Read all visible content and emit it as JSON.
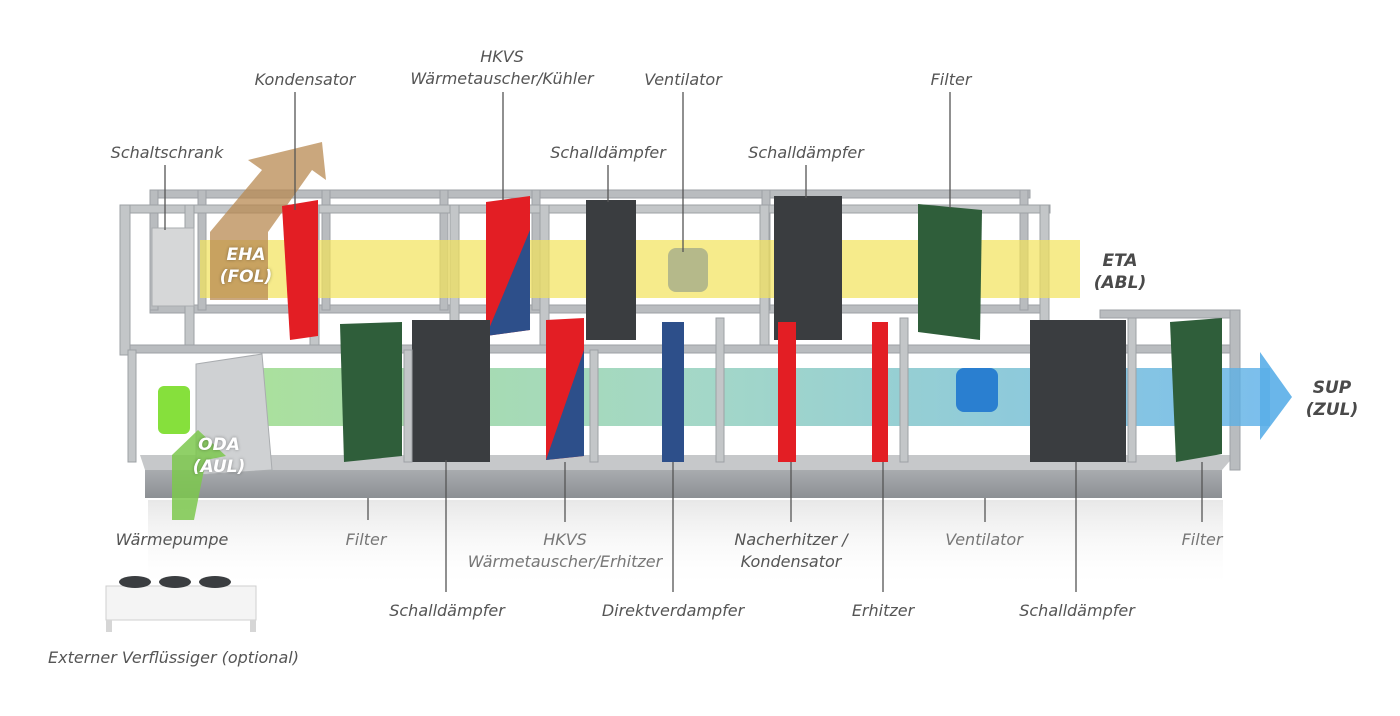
{
  "top_labels": {
    "kondensator": "Kondensator",
    "hkvs_kuehler": "HKVS\nWärmetauscher/Kühler",
    "ventilator_top": "Ventilator",
    "filter_top": "Filter",
    "schaltschrank": "Schaltschrank",
    "schalldaempfer_top_1": "Schalldämpfer",
    "schalldaempfer_top_2": "Schalldämpfer"
  },
  "flows": {
    "eha": "EHA\n(FOL)",
    "eta": "ETA\n(ABL)",
    "oda": "ODA\n(AUL)",
    "sup": "SUP\n(ZUL)"
  },
  "bottom_labels": {
    "waermepumpe": "Wärmepumpe",
    "filter_1": "Filter",
    "hkvs_erhitzer": "HKVS\nWärmetauscher/Erhitzer",
    "nacherhitzer": "Nacherhitzer /\nKondensator",
    "ventilator_bottom": "Ventilator",
    "filter_2": "Filter",
    "schalldaempfer_1": "Schalldämpfer",
    "direktverdampfer": "Direktverdampfer",
    "erhitzer": "Erhitzer",
    "schalldaempfer_2": "Schalldämpfer",
    "externer_verfluessiger": "Externer Verflüssiger (optional)"
  },
  "colors": {
    "frame": "#b9bcbf",
    "frame_dark": "#8e9296",
    "extract_air": "#f2e25a",
    "supply_air_start": "#8fd67a",
    "supply_air_end": "#5aaee8",
    "exhaust_air": "#b88a52",
    "outdoor_air": "#7cc84e",
    "heater_red": "#e31e24",
    "cooler_blue": "#2d4f8a",
    "silencer": "#3a3d40",
    "filter_green": "#2f5e3a",
    "fan_blue": "#2a7fd0",
    "heat_pump_green": "#86e03c"
  }
}
